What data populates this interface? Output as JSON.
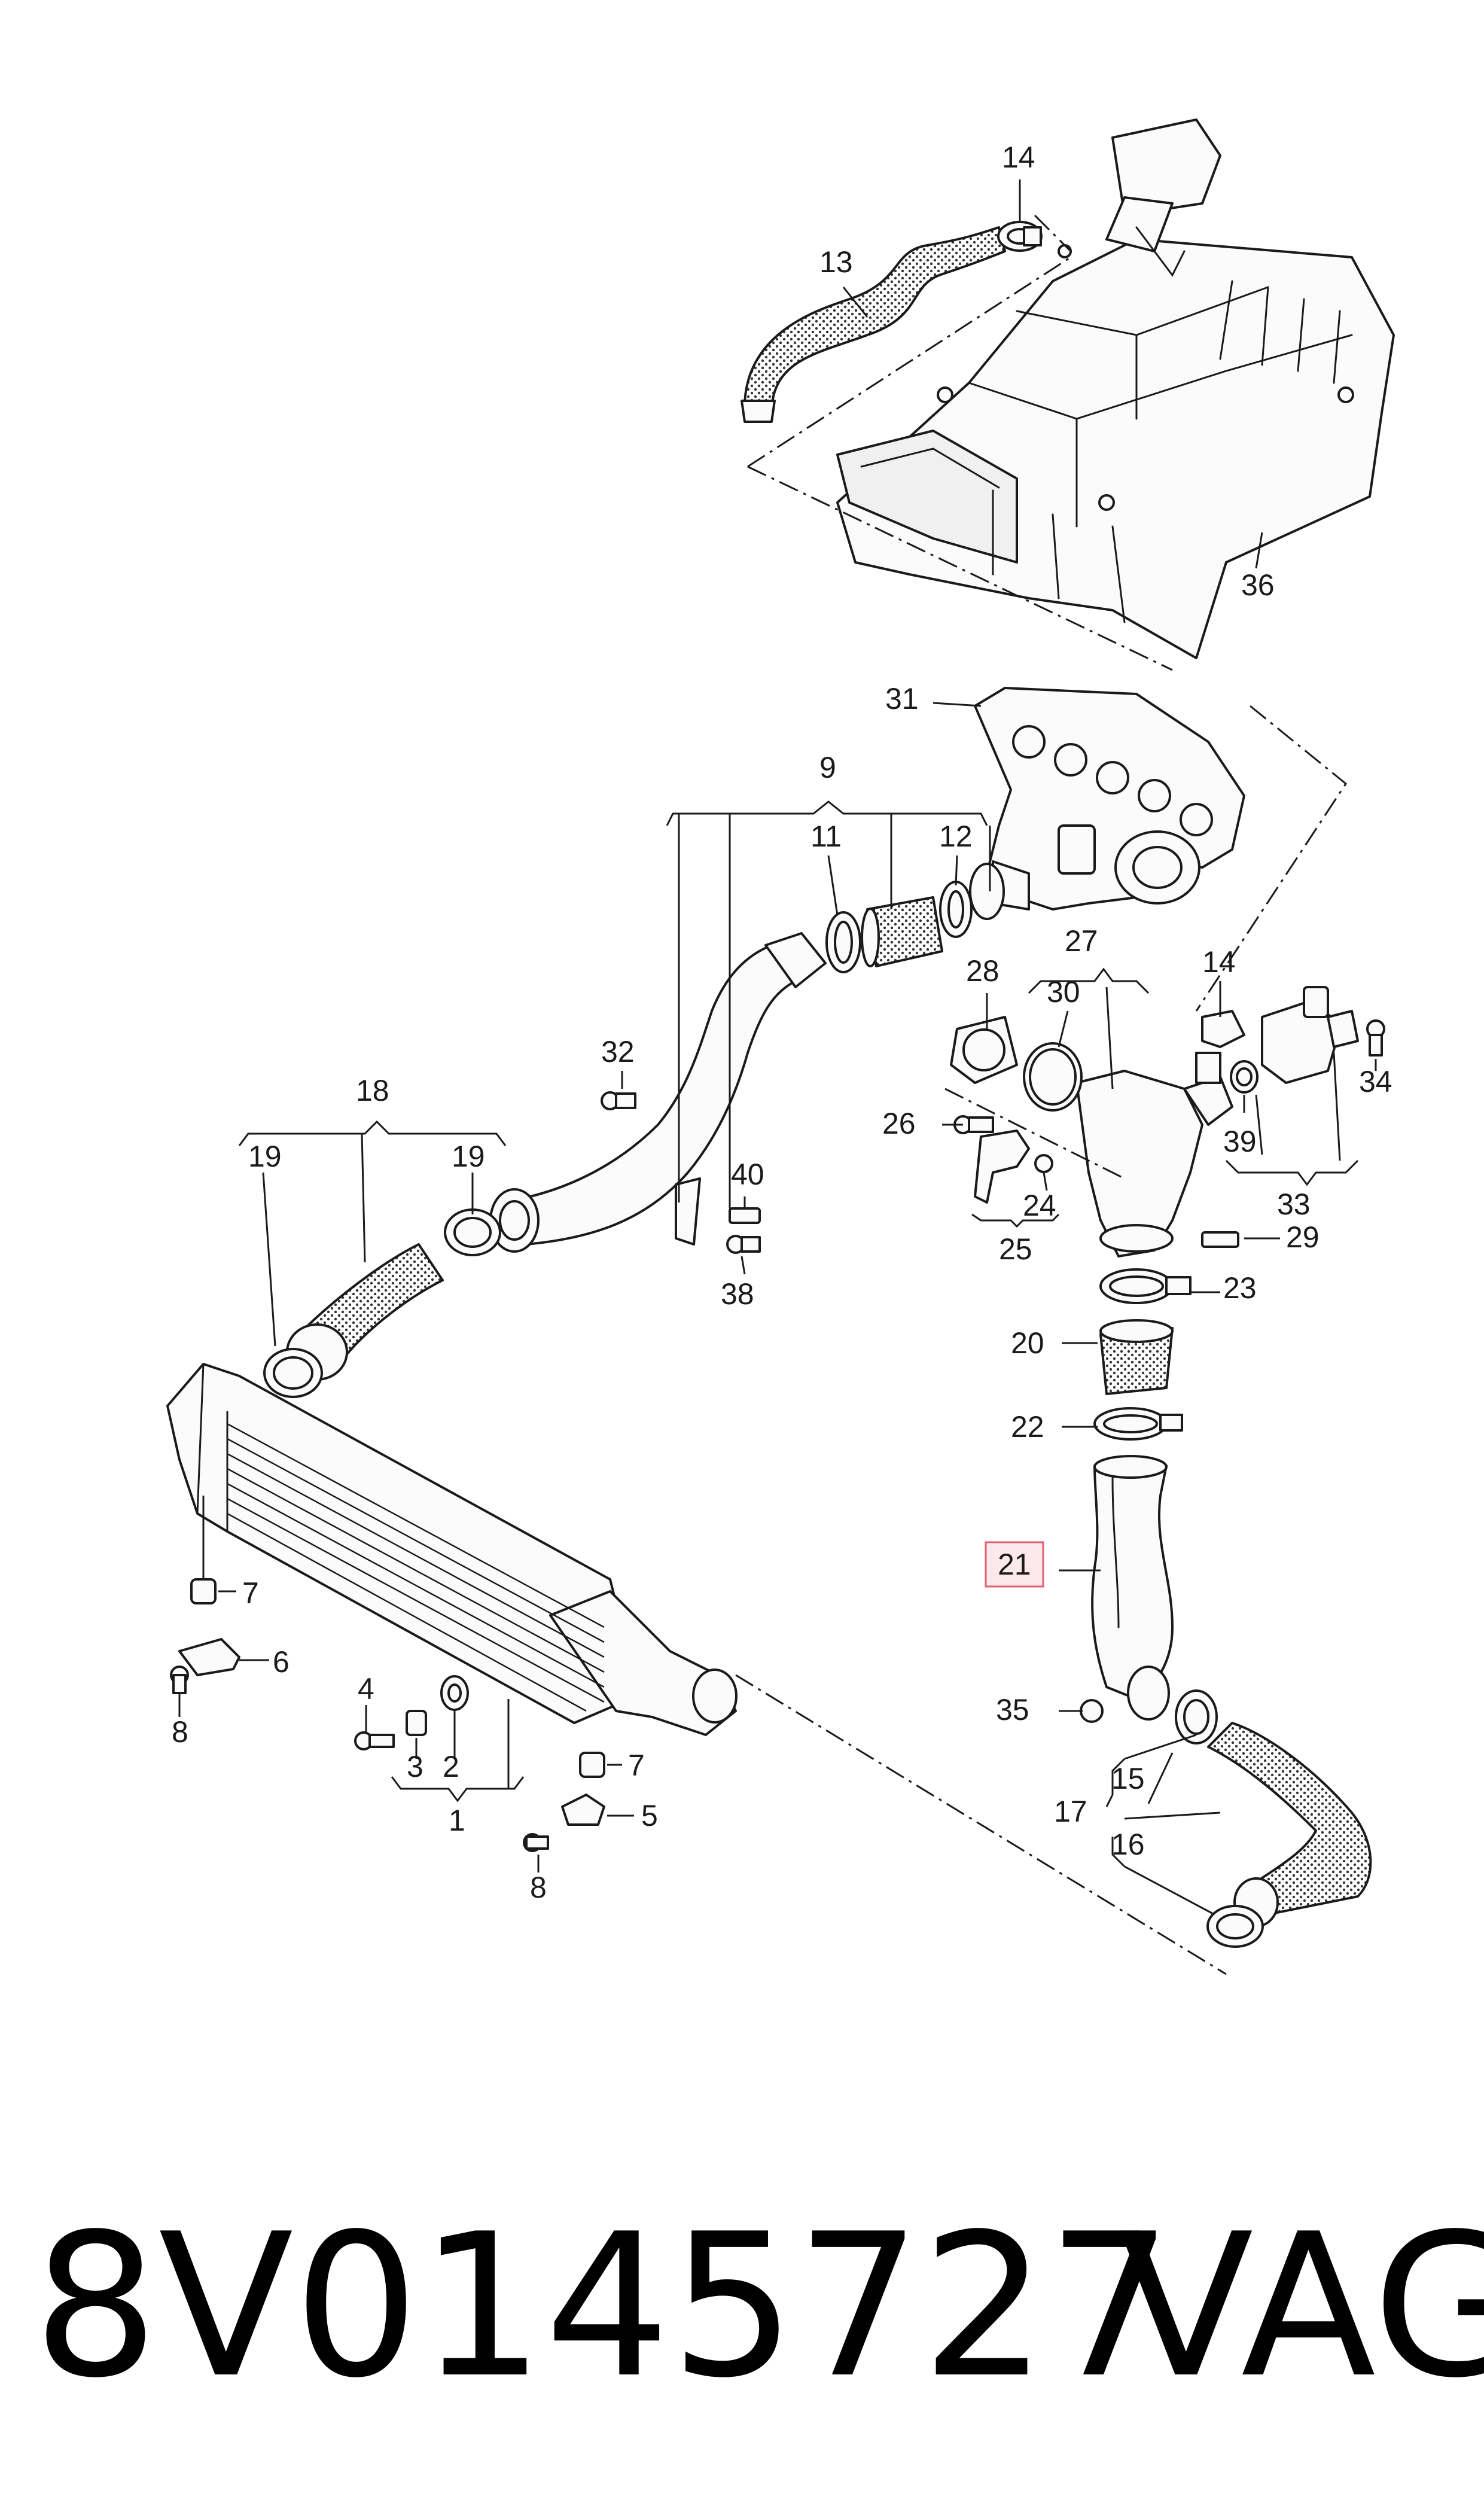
{
  "diagram": {
    "callouts": {
      "c1": "1",
      "c2": "2",
      "c3": "3",
      "c4": "4",
      "c5": "5",
      "c6": "6",
      "c7a": "7",
      "c7b": "7",
      "c8a": "8",
      "c8b": "8",
      "c9": "9",
      "c11": "11",
      "c12": "12",
      "c13": "13",
      "c14a": "14",
      "c14b": "14",
      "c15": "15",
      "c16": "16",
      "c17": "17",
      "c18": "18",
      "c19a": "19",
      "c19b": "19",
      "c20": "20",
      "c21": "21",
      "c22": "22",
      "c23": "23",
      "c24": "24",
      "c25": "25",
      "c26": "26",
      "c27": "27",
      "c28": "28",
      "c29": "29",
      "c30": "30",
      "c31": "31",
      "c32": "32",
      "c33": "33",
      "c34": "34",
      "c35": "35",
      "c36": "36",
      "c38": "38",
      "c39": "39",
      "c40": "40"
    },
    "highlighted_callout": "21",
    "highlight_color": "#e06070",
    "highlight_fill": "#fde8ec"
  },
  "footer": {
    "part_number": "8V0145727",
    "brand": "VAG"
  }
}
